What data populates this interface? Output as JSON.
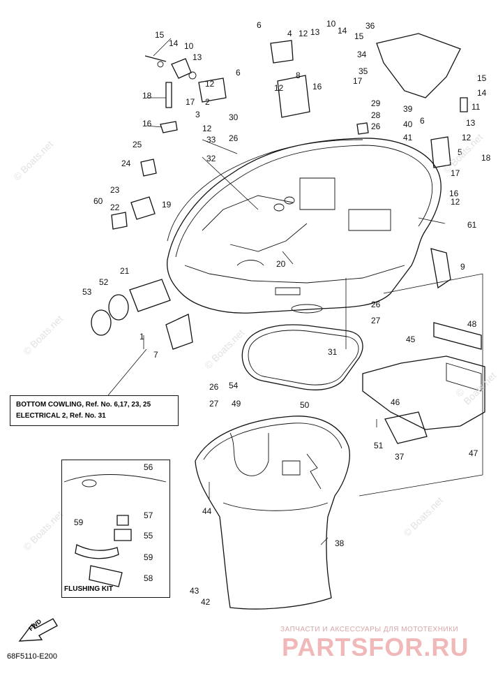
{
  "diagram": {
    "code": "68F5110-E200",
    "note": {
      "line1": "BOTTOM COWLING,  Ref. No. 6,17, 23, 25",
      "line2": "ELECTRICAL 2,  Ref. No. 31"
    },
    "inset_title": "FLUSHING KIT",
    "fwd_label": "FWD",
    "watermark": "© Boats.net",
    "shop": {
      "tagline": "ЗАПЧАСТИ И АКСЕССУАРЫ ДЛЯ МОТОТЕХНИКИ",
      "logo": "PARTSFOR.RU"
    },
    "callouts": [
      {
        "id": "c1",
        "label": "1"
      },
      {
        "id": "c2",
        "label": "2"
      },
      {
        "id": "c3",
        "label": "3"
      },
      {
        "id": "c4",
        "label": "4"
      },
      {
        "id": "c5",
        "label": "5"
      },
      {
        "id": "c6a",
        "label": "6"
      },
      {
        "id": "c6b",
        "label": "6"
      },
      {
        "id": "c6c",
        "label": "6"
      },
      {
        "id": "c7",
        "label": "7"
      },
      {
        "id": "c8",
        "label": "8"
      },
      {
        "id": "c9",
        "label": "9"
      },
      {
        "id": "c10a",
        "label": "10"
      },
      {
        "id": "c10b",
        "label": "10"
      },
      {
        "id": "c11",
        "label": "11"
      },
      {
        "id": "c12a",
        "label": "12"
      },
      {
        "id": "c12b",
        "label": "12"
      },
      {
        "id": "c12c",
        "label": "12"
      },
      {
        "id": "c12d",
        "label": "12"
      },
      {
        "id": "c12e",
        "label": "12"
      },
      {
        "id": "c12f",
        "label": "12"
      },
      {
        "id": "c13a",
        "label": "13"
      },
      {
        "id": "c13b",
        "label": "13"
      },
      {
        "id": "c13c",
        "label": "13"
      },
      {
        "id": "c14a",
        "label": "14"
      },
      {
        "id": "c14b",
        "label": "14"
      },
      {
        "id": "c14c",
        "label": "14"
      },
      {
        "id": "c15a",
        "label": "15"
      },
      {
        "id": "c15b",
        "label": "15"
      },
      {
        "id": "c15c",
        "label": "15"
      },
      {
        "id": "c16a",
        "label": "16"
      },
      {
        "id": "c16b",
        "label": "16"
      },
      {
        "id": "c16c",
        "label": "16"
      },
      {
        "id": "c17a",
        "label": "17"
      },
      {
        "id": "c17b",
        "label": "17"
      },
      {
        "id": "c17c",
        "label": "17"
      },
      {
        "id": "c18a",
        "label": "18"
      },
      {
        "id": "c18b",
        "label": "18"
      },
      {
        "id": "c19",
        "label": "19"
      },
      {
        "id": "c20",
        "label": "20"
      },
      {
        "id": "c21",
        "label": "21"
      },
      {
        "id": "c22",
        "label": "22"
      },
      {
        "id": "c23",
        "label": "23"
      },
      {
        "id": "c24",
        "label": "24"
      },
      {
        "id": "c25",
        "label": "25"
      },
      {
        "id": "c26a",
        "label": "26"
      },
      {
        "id": "c26b",
        "label": "26"
      },
      {
        "id": "c26c",
        "label": "26"
      },
      {
        "id": "c26d",
        "label": "26"
      },
      {
        "id": "c27a",
        "label": "27"
      },
      {
        "id": "c27b",
        "label": "27"
      },
      {
        "id": "c28",
        "label": "28"
      },
      {
        "id": "c29",
        "label": "29"
      },
      {
        "id": "c30",
        "label": "30"
      },
      {
        "id": "c31",
        "label": "31"
      },
      {
        "id": "c32",
        "label": "32"
      },
      {
        "id": "c33",
        "label": "33"
      },
      {
        "id": "c34",
        "label": "34"
      },
      {
        "id": "c35",
        "label": "35"
      },
      {
        "id": "c36",
        "label": "36"
      },
      {
        "id": "c37",
        "label": "37"
      },
      {
        "id": "c38",
        "label": "38"
      },
      {
        "id": "c39",
        "label": "39"
      },
      {
        "id": "c40",
        "label": "40"
      },
      {
        "id": "c41",
        "label": "41"
      },
      {
        "id": "c42",
        "label": "42"
      },
      {
        "id": "c43",
        "label": "43"
      },
      {
        "id": "c44",
        "label": "44"
      },
      {
        "id": "c45",
        "label": "45"
      },
      {
        "id": "c46",
        "label": "46"
      },
      {
        "id": "c47",
        "label": "47"
      },
      {
        "id": "c48",
        "label": "48"
      },
      {
        "id": "c49",
        "label": "49"
      },
      {
        "id": "c50",
        "label": "50"
      },
      {
        "id": "c51",
        "label": "51"
      },
      {
        "id": "c52",
        "label": "52"
      },
      {
        "id": "c53",
        "label": "53"
      },
      {
        "id": "c54",
        "label": "54"
      },
      {
        "id": "c55",
        "label": "55"
      },
      {
        "id": "c56",
        "label": "56"
      },
      {
        "id": "c57",
        "label": "57"
      },
      {
        "id": "c58",
        "label": "58"
      },
      {
        "id": "c59a",
        "label": "59"
      },
      {
        "id": "c59b",
        "label": "59"
      },
      {
        "id": "c60",
        "label": "60"
      },
      {
        "id": "c61",
        "label": "61"
      }
    ]
  }
}
